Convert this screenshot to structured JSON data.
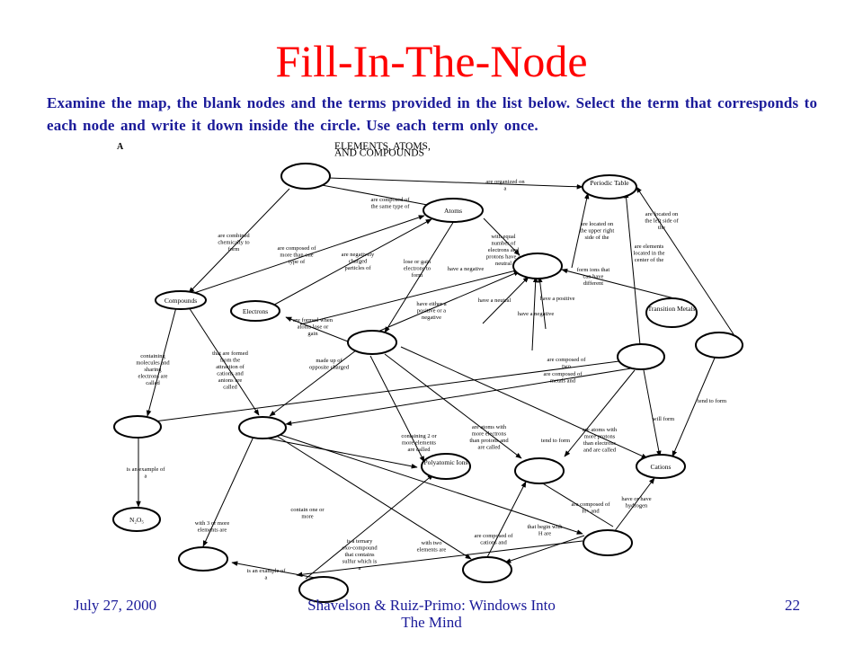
{
  "slide": {
    "title": "Fill-In-The-Node",
    "instructions": "Examine the map, the blank nodes and the terms provided in the list below.  Select the term that corresponds to each node and write it down inside the circle.  Use each term only once."
  },
  "map": {
    "panel_letter": "A",
    "heading": "ELEMENTS, ATOMS, AND COMPOUNDS",
    "nodes": {
      "periodic_table": "Periodic Table",
      "atoms": "Atoms",
      "compounds": "Compounds",
      "electrons": "Electrons",
      "transition_metals": "Transition Metals",
      "polyatomic_ions": "Polyatomic Ions",
      "cations": "Cations",
      "n2o5": "N₂O₅",
      "blank": ""
    },
    "links": {
      "are_organized_on_a": "are organized on a",
      "are_composed_same_type": "are composed of the same type of",
      "are_combined_chemically": "are combined chemically to form",
      "are_composed_more_than_one": "are composed of more than one type of",
      "are_negatively_charged": "are negatively charged particles of",
      "lose_or_gain": "lose or gain electrons to form",
      "equal_electrons_protons": "with equal number of electrons and protons have a neutral",
      "upper_right_side": "are located on the upper right side of the",
      "left_side": "are located on the left side of the",
      "center_of_the": "are elements located in the center of the",
      "form_ions_different": "form ions that can have different",
      "have_a_negative_1": "have a negative",
      "have_either_positive_negative": "have either a positive or a negative",
      "have_a_neutral": "have a neutral",
      "have_a_positive": "have a positive",
      "have_a_negative_2": "have a negative",
      "formed_when_atoms": "are formed when atoms lose or gain",
      "containing_molecules": "containing molecules and sharing electrons are called",
      "formed_from_attraction": "that are formed from the attraction of cations and anions are called",
      "made_up_opposite": "made up of opposite charged",
      "are_composed_of_two": "are composed of two",
      "composed_metals_and": "are composed of metals and",
      "containing_2_or_more": "containing 2 or more elements are called",
      "more_electrons": "are atoms with more electrons than protons and are called",
      "tend_to_form_1": "tend to form",
      "more_protons": "are atoms with more protons than electrons and are called",
      "tend_to_form_2": "tend to form",
      "will_form": "will form",
      "is_an_example_of_a_1": "is an example of a",
      "with_3_or_more": "with 3 or more elements are",
      "contain_one_or_more": "contain one or more",
      "ternary_oxoacid": "is a ternary oxo-compound that contains sulfur which is a",
      "with_two_elements": "with two elements are",
      "composed_h_and": "are composed of H+ and",
      "that_begin_with_h": "that begin with H are",
      "composed_cations_and": "are composed of cations and",
      "have_no_hydrogen": "have or have hydrogen",
      "is_an_example_of_a_2": "is an example of a"
    }
  },
  "footer": {
    "date": "July 27, 2000",
    "citation": "Shavelson & Ruiz-Primo: Windows Into The Mind",
    "page": "22"
  },
  "colors": {
    "title": "#ff0000",
    "body_text": "#1a1a99",
    "map_ink": "#000000",
    "background": "#ffffff"
  }
}
